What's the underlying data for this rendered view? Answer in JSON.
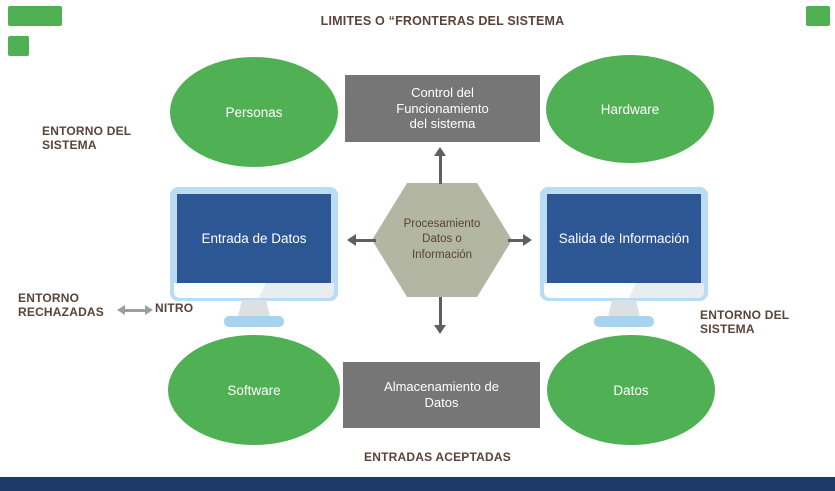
{
  "header": {
    "title": "LIMITES O “FRONTERAS DEL SISTEMA"
  },
  "nodes": {
    "personas": {
      "label": "Personas"
    },
    "hardware": {
      "label": "Hardware"
    },
    "software": {
      "label": "Software"
    },
    "datos": {
      "label": "Datos"
    },
    "control": {
      "label": "Control del\nFuncionamiento\ndel sistema"
    },
    "almacenamiento": {
      "label": "Almacenamiento de\nDatos"
    },
    "procesamiento": {
      "label": "Procesamiento\nDatos o\nInformación"
    },
    "entrada": {
      "label": "Entrada de Datos"
    },
    "salida": {
      "label": "Salida de Información"
    }
  },
  "annotations": {
    "entorno_left": "ENTORNO DEL\nSISTEMA",
    "entorno_rechazadas": "ENTORNO\nRECHAZADAS",
    "nitro": "NITRO",
    "entorno_right": "ENTORNO DEL\nSISTEMA",
    "entradas_aceptadas": "ENTRADAS ACEPTADAS"
  },
  "colors": {
    "ellipse_green": "#4fb054",
    "box_gray": "#767676",
    "hexagon_sage": "#b3b6a2",
    "screen_navy": "#2d5695",
    "monitor_frame_blue": "#badcf4",
    "monitor_base_blue": "#a8d3ef",
    "stand_gray": "#dce0e4",
    "annotation_brown": "#5a4339",
    "arrow_gray": "#5f5f5f",
    "double_arrow_gray": "#9e9e9e",
    "footer_navy": "#1e3a68"
  }
}
